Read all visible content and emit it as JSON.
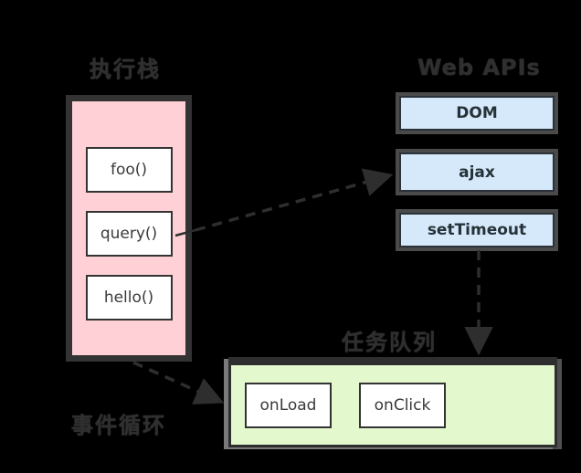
{
  "diagram": {
    "labels": {
      "stack": "执行栈",
      "webapis": "Web APIs",
      "taskqueue": "任务队列",
      "eventloop": "事件循环"
    },
    "stack_items": [
      "foo()",
      "query()",
      "hello()"
    ],
    "webapi_items": [
      "DOM",
      "ajax",
      "setTimeout"
    ],
    "queue_items": [
      "onLoad",
      "onClick"
    ],
    "colors": {
      "background": "#000000",
      "stack_fill": "#ffd1d6",
      "webapi_fill": "#d6e9fb",
      "queue_fill": "#e4f8ce",
      "box_border": "#333333",
      "shadow_gray": "#4a4a4a",
      "label_text": "#2f2f2f",
      "arrow": "#2e2e2e",
      "inner_box_fill": "#ffffff"
    }
  }
}
